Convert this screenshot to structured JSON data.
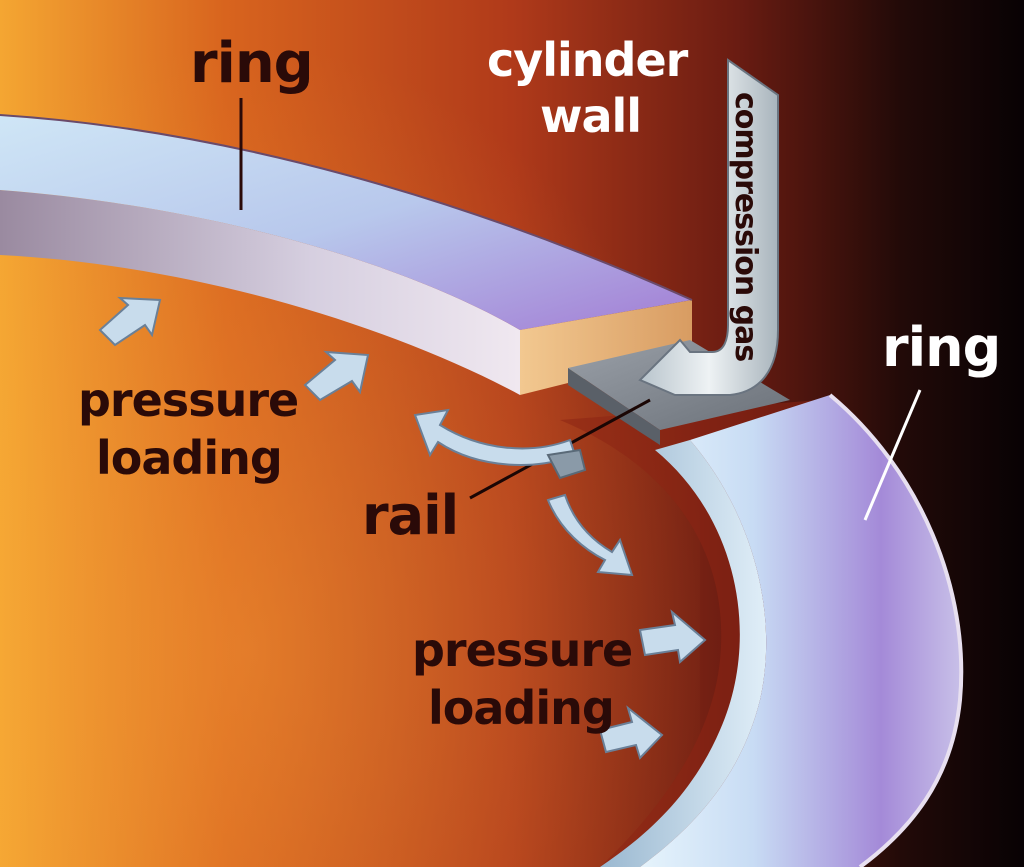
{
  "labels": {
    "ring_top": "ring",
    "cylinder_wall_line1": "cylinder",
    "cylinder_wall_line2": "wall",
    "compression_gas": "compression gas",
    "ring_right": "ring",
    "pressure_loading_left_line1": "pressure",
    "pressure_loading_left_line2": "loading",
    "rail": "rail",
    "pressure_loading_bottom_line1": "pressure",
    "pressure_loading_bottom_line2": "loading"
  },
  "colors": {
    "background_left": "#f0a030",
    "background_mid": "#b8401c",
    "background_dark": "#5a1a10",
    "background_edge": "#0a0406",
    "ring_light": "#c8e4f4",
    "ring_purple": "#a88ad8",
    "label_dark": "#2a0a08",
    "label_light": "#ffffff",
    "arrow_fill": "#c8dcec"
  }
}
